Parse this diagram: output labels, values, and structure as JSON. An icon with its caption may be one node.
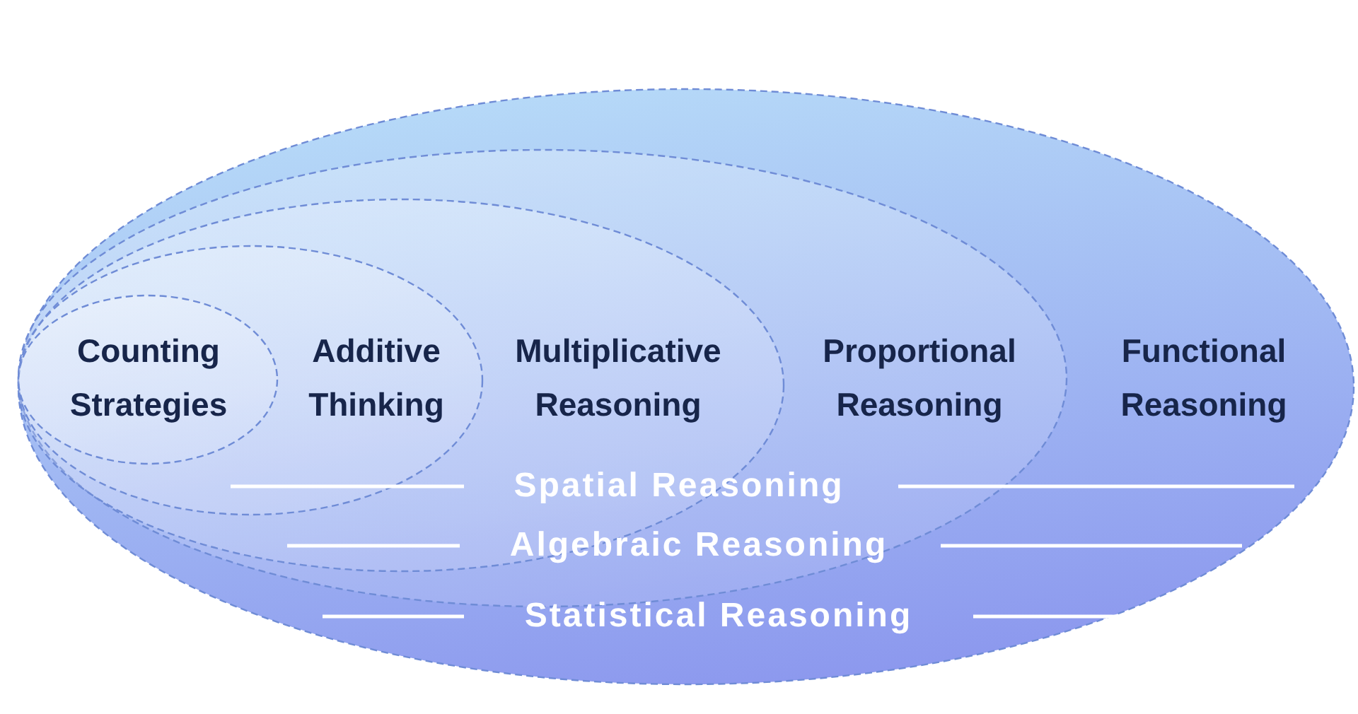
{
  "diagram": {
    "nodes": [
      {
        "text": [
          "Functional Reasoning"
        ]
      },
      {
        "text": [
          "Proportional Reasoning"
        ],
        "in": 0
      },
      {
        "text": [
          "Multiplicative Reasoning"
        ],
        "in": 1
      },
      {
        "text": [
          "Additive Thinking"
        ],
        "in": 2
      },
      {
        "text": [
          "Counting Strategies"
        ],
        "in": 3
      }
    ],
    "labels": [
      "Spatial Reasoning",
      "Algebraic Reasoning",
      "Statistical Reasoning"
    ]
  }
}
